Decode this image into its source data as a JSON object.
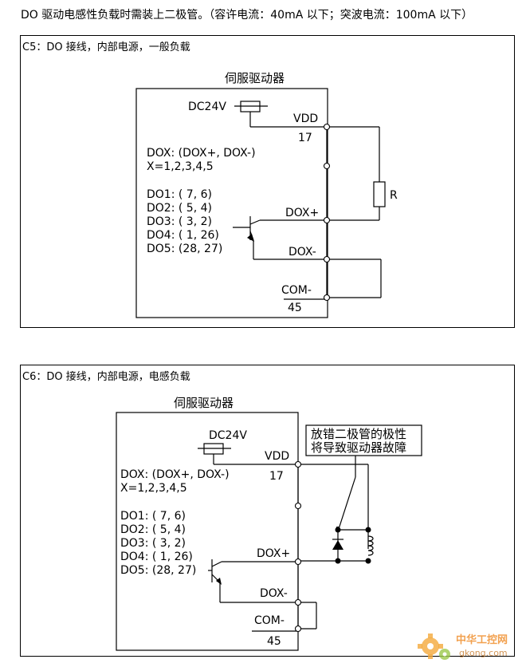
{
  "intro": "DO 驱动电感性负载时需装上二极管。（容许电流：40mA 以下；突波电流：100mA 以下）",
  "c5": {
    "caption": "C5：DO 接线，内部电源，一般负载",
    "drive_title": "伺服驱动器",
    "dc": "DC24V",
    "vdd": "VDD",
    "vdd_pin": "17",
    "dox_def": "DOX: (DOX+, DOX-)",
    "x_def": "X=1,2,3,4,5",
    "do_list": [
      "DO1: ( 7,  6)",
      "DO2: ( 5,  4)",
      "DO3: ( 3,  2)",
      "DO4: ( 1, 26)",
      "DO5: (28, 27)"
    ],
    "dox_plus": "DOX+",
    "dox_minus": "DOX-",
    "com": "COM-",
    "com_pin": "45",
    "load": "R"
  },
  "c6": {
    "caption": "C6：DO 接线，内部电源，电感负载",
    "drive_title": "伺服驱动器",
    "dc": "DC24V",
    "vdd": "VDD",
    "vdd_pin": "17",
    "dox_def": "DOX: (DOX+, DOX-)",
    "x_def": "X=1,2,3,4,5",
    "do_list": [
      "DO1: ( 7,  6)",
      "DO2: ( 5,  4)",
      "DO3: ( 3,  2)",
      "DO4: ( 1, 26)",
      "DO5: (28, 27)"
    ],
    "dox_plus": "DOX+",
    "dox_minus": "DOX-",
    "com": "COM-",
    "com_pin": "45",
    "warning": [
      "放错二极管的极性",
      "将导致驱动器故障"
    ]
  },
  "watermark": {
    "brand": "中华工控网",
    "url": "gkong.com",
    "icon": "gear-icon"
  }
}
